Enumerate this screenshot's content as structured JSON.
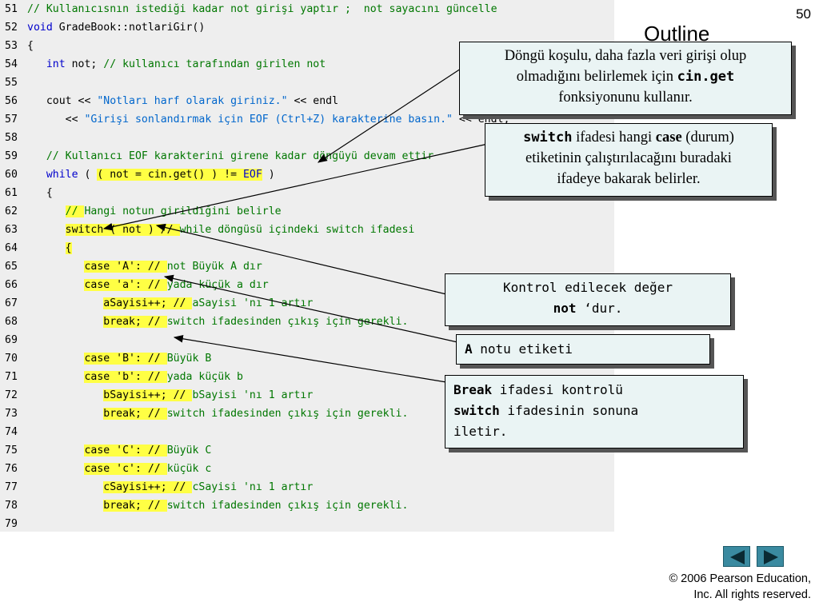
{
  "slide_number": "50",
  "outline_title": "Outline",
  "code_lines": [
    {
      "ln": "51",
      "segs": [
        {
          "t": "// Kullanıcısnın istediği kadar not girişi yaptır ;  not sayacını güncelle",
          "c": "cm"
        }
      ]
    },
    {
      "ln": "52",
      "segs": [
        {
          "t": "void",
          "c": "kw"
        },
        {
          "t": " GradeBook::notlariGir()"
        }
      ]
    },
    {
      "ln": "53",
      "segs": [
        {
          "t": "{"
        }
      ]
    },
    {
      "ln": "54",
      "segs": [
        {
          "t": "   "
        },
        {
          "t": "int",
          "c": "kw"
        },
        {
          "t": " not; "
        },
        {
          "t": "// kullanıcı tarafından girilen not",
          "c": "cm"
        }
      ]
    },
    {
      "ln": "55",
      "segs": []
    },
    {
      "ln": "56",
      "segs": [
        {
          "t": "   cout << "
        },
        {
          "t": "\"Notları harf olarak giriniz.\"",
          "c": "str"
        },
        {
          "t": " << endl"
        }
      ]
    },
    {
      "ln": "57",
      "segs": [
        {
          "t": "      << "
        },
        {
          "t": "\"Girişi sonlandırmak için EOF (Ctrl+Z) karakterine basın.\"",
          "c": "str"
        },
        {
          "t": " << endl;"
        }
      ]
    },
    {
      "ln": "58",
      "segs": []
    },
    {
      "ln": "59",
      "segs": [
        {
          "t": "   "
        },
        {
          "t": "// Kullanıcı EOF karakterini girene kadar döngüyü devam ettir",
          "c": "cm"
        }
      ]
    },
    {
      "ln": "60",
      "segs": [
        {
          "t": "   "
        },
        {
          "t": "while",
          "c": "kw"
        },
        {
          "t": " ( "
        },
        {
          "t": "( not = cin.get() ) != ",
          "c": "hl"
        },
        {
          "t": "EOF",
          "c": "kw hl"
        },
        {
          "t": " )"
        }
      ]
    },
    {
      "ln": "61",
      "segs": [
        {
          "t": "   {"
        }
      ]
    },
    {
      "ln": "62",
      "segs": [
        {
          "t": "      "
        },
        {
          "t": "// ",
          "c": "cm hl"
        },
        {
          "t": "Hangi notun girildiğini belirle",
          "c": "cm"
        }
      ]
    },
    {
      "ln": "63",
      "segs": [
        {
          "t": "      "
        },
        {
          "t": "switch ( not ) // ",
          "c": "hl"
        },
        {
          "t": "while döngüsü içindeki switch ifadesi",
          "c": "cm"
        }
      ]
    },
    {
      "ln": "64",
      "segs": [
        {
          "t": "      "
        },
        {
          "t": "{",
          "c": "hl"
        }
      ]
    },
    {
      "ln": "65",
      "segs": [
        {
          "t": "         "
        },
        {
          "t": "case 'A': // ",
          "c": "hl"
        },
        {
          "t": "not Büyük A dır",
          "c": "cm"
        }
      ]
    },
    {
      "ln": "66",
      "segs": [
        {
          "t": "         "
        },
        {
          "t": "case 'a': // ",
          "c": "hl"
        },
        {
          "t": "yada küçük a dır",
          "c": "cm"
        }
      ]
    },
    {
      "ln": "67",
      "segs": [
        {
          "t": "            "
        },
        {
          "t": "aSayisi++; // ",
          "c": "hl"
        },
        {
          "t": "aSayisi 'nı 1 artır",
          "c": "cm"
        }
      ]
    },
    {
      "ln": "68",
      "segs": [
        {
          "t": "            "
        },
        {
          "t": "break; // ",
          "c": "hl"
        },
        {
          "t": "switch ifadesinden çıkış için gerekli.",
          "c": "cm"
        }
      ]
    },
    {
      "ln": "69",
      "segs": []
    },
    {
      "ln": "70",
      "segs": [
        {
          "t": "         "
        },
        {
          "t": "case 'B': // ",
          "c": "hl"
        },
        {
          "t": "Büyük B",
          "c": "cm"
        }
      ]
    },
    {
      "ln": "71",
      "segs": [
        {
          "t": "         "
        },
        {
          "t": "case 'b': // ",
          "c": "hl"
        },
        {
          "t": "yada küçük b",
          "c": "cm"
        }
      ]
    },
    {
      "ln": "72",
      "segs": [
        {
          "t": "            "
        },
        {
          "t": "bSayisi++; // ",
          "c": "hl"
        },
        {
          "t": "bSayisi 'nı 1 artır",
          "c": "cm"
        }
      ]
    },
    {
      "ln": "73",
      "segs": [
        {
          "t": "            "
        },
        {
          "t": "break; // ",
          "c": "hl"
        },
        {
          "t": "switch ifadesinden çıkış için gerekli.",
          "c": "cm"
        }
      ]
    },
    {
      "ln": "74",
      "segs": []
    },
    {
      "ln": "75",
      "segs": [
        {
          "t": "         "
        },
        {
          "t": "case 'C': // ",
          "c": "hl"
        },
        {
          "t": "Büyük C",
          "c": "cm"
        }
      ]
    },
    {
      "ln": "76",
      "segs": [
        {
          "t": "         "
        },
        {
          "t": "case 'c': // ",
          "c": "hl"
        },
        {
          "t": "küçük c",
          "c": "cm"
        }
      ]
    },
    {
      "ln": "77",
      "segs": [
        {
          "t": "            "
        },
        {
          "t": "cSayisi++; // ",
          "c": "hl"
        },
        {
          "t": "cSayisi 'nı 1 artır",
          "c": "cm"
        }
      ]
    },
    {
      "ln": "78",
      "segs": [
        {
          "t": "            "
        },
        {
          "t": "break; // ",
          "c": "hl"
        },
        {
          "t": "switch ifadesinden çıkış için gerekli.",
          "c": "cm"
        }
      ]
    },
    {
      "ln": "79",
      "segs": []
    }
  ],
  "callouts": {
    "cin_get": {
      "line1": "Döngü koşulu, daha fazla veri girişi olup",
      "line2_prefix": "olmadığını belirlemek için ",
      "line2_code": "cin.get",
      "line3": "fonksiyonunu kullanır."
    },
    "switch_case": {
      "code_switch": "switch",
      "text1": " ifadesi hangi ",
      "bold_case": "case",
      "text2": " (durum)",
      "line2": "etiketinin çalıştırılacağını buradaki",
      "line3": "ifadeye bakarak belirler."
    },
    "control_value": {
      "line1": "Kontrol edilecek değer",
      "bold_not": "not",
      "suffix": " ‘dur."
    },
    "label_a": {
      "bold_a": "A",
      "text": " notu etiketi"
    },
    "break_info": {
      "bold_break": "Break",
      "text1": " ifadesi kontrolü",
      "bold_switch": "switch",
      "text2": " ifadesinin sonuna",
      "line3": "iletir."
    }
  },
  "copyright": {
    "line1": "© 2006 Pearson Education,",
    "line2": "Inc.  All rights reserved."
  },
  "nav": {
    "prev_icon": "triangle-left-icon",
    "next_icon": "triangle-right-icon"
  },
  "colors": {
    "keyword": "#0000cc",
    "comment": "#007700",
    "string": "#0066cc",
    "highlight": "#ffff44",
    "callout_bg": "#eaf4f4",
    "nav_button": "#3a8aa0"
  }
}
